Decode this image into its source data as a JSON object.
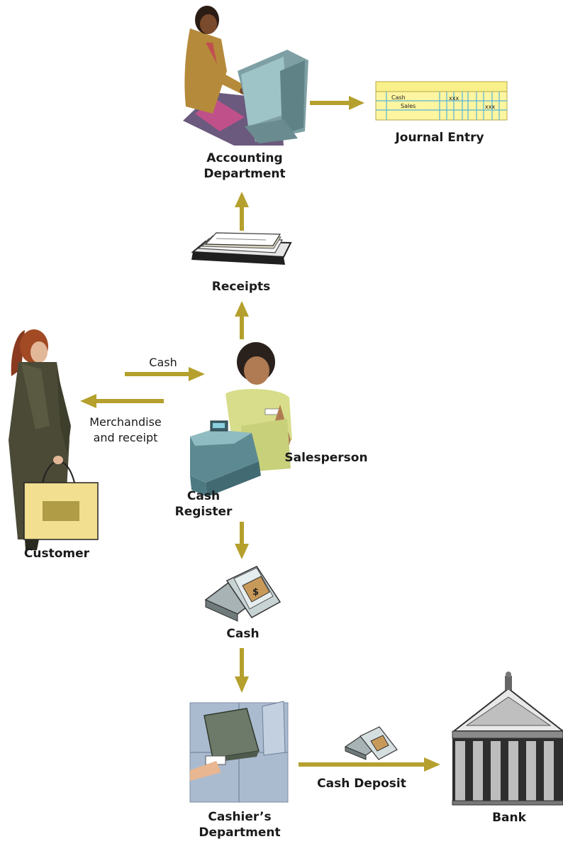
{
  "accent_color": "#b5a02e",
  "nodes": {
    "accounting": {
      "line1": "Accounting",
      "line2": "Department",
      "icon": "accountant-at-computer-icon"
    },
    "journal": {
      "label": "Journal Entry",
      "icon": "journal-ledger-icon",
      "row1": "Cash",
      "row1_amount": "xxx",
      "row2": "Sales",
      "row2_amount": "xxx"
    },
    "receipts": {
      "label": "Receipts",
      "icon": "paper-tray-icon"
    },
    "customer": {
      "label": "Customer",
      "icon": "shopper-with-bag-icon"
    },
    "salesperson": {
      "label": "Salesperson",
      "icon": "salesperson-icon"
    },
    "register": {
      "line1": "Cash",
      "line2": "Register",
      "icon": "cash-register-icon"
    },
    "cash": {
      "label": "Cash",
      "icon": "cash-stack-icon"
    },
    "cashier": {
      "line1": "Cashier’s",
      "line2": "Department",
      "icon": "vault-briefcase-icon"
    },
    "bank": {
      "label": "Bank",
      "icon": "bank-building-icon"
    }
  },
  "flows": {
    "cash_to_register": "Cash",
    "merch_line1": "Merchandise",
    "merch_line2": "and receipt",
    "deposit": "Cash Deposit"
  }
}
